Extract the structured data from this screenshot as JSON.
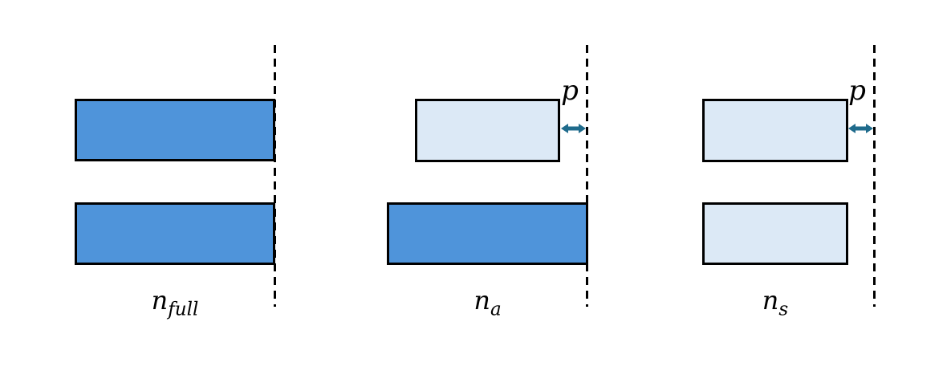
{
  "diagram": {
    "colors": {
      "solid_fill": "#4F94DA",
      "light_fill": "#DCE9F6",
      "outline": "#000000",
      "dashed_line": "#000000",
      "arrow": "#1F6B8C",
      "text": "#000000"
    },
    "panels": [
      {
        "id": "full",
        "label_base": "n",
        "label_sub": "full",
        "bars": [
          {
            "fill": "solid",
            "reaches_boundary": true
          },
          {
            "fill": "solid",
            "reaches_boundary": true
          }
        ]
      },
      {
        "id": "a",
        "label_base": "n",
        "label_sub": "a",
        "gap_label": "p",
        "bars": [
          {
            "fill": "light",
            "reaches_boundary": false
          },
          {
            "fill": "solid",
            "reaches_boundary": true
          }
        ]
      },
      {
        "id": "s",
        "label_base": "n",
        "label_sub": "s",
        "gap_label": "p",
        "bars": [
          {
            "fill": "light",
            "reaches_boundary": false
          },
          {
            "fill": "light",
            "reaches_boundary": false
          }
        ]
      }
    ]
  }
}
